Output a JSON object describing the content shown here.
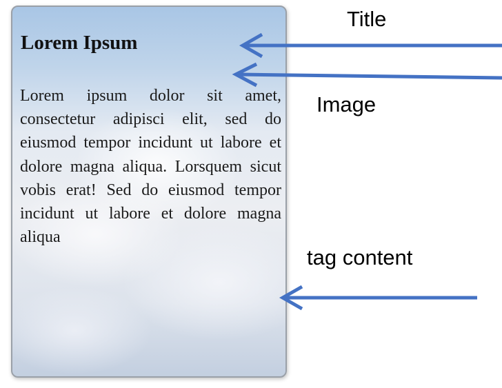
{
  "card": {
    "title": "Lorem Ipsum",
    "body": "Lorem ipsum dolor sit amet, consectetur adipisci elit, sed do eiusmod tempor incidunt ut labore et dolore magna aliqua. Lorsquem sicut vobis erat! Sed do eiusmod tempor incidunt ut labore et dolore magna aliqua",
    "background_image": "sky-clouds-image"
  },
  "annotations": {
    "title_label": "Title",
    "image_label": "Image",
    "tag_content_label": "tag content"
  },
  "colors": {
    "arrow": "#4472c4",
    "card_border": "#9aa0a8",
    "sky_top": "#a9c6e5"
  }
}
